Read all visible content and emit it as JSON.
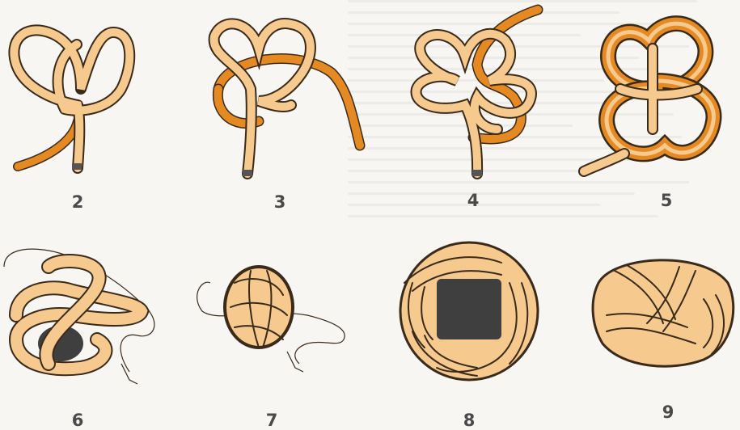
{
  "steps": [
    {
      "label": "2"
    },
    {
      "label": "3"
    },
    {
      "label": "4"
    },
    {
      "label": "5"
    },
    {
      "label": "6"
    },
    {
      "label": "7"
    },
    {
      "label": "8"
    },
    {
      "label": "9"
    }
  ],
  "colors": {
    "rope_light": "#f6c98e",
    "rope_orange": "#e58a22",
    "outline": "#3a2a1a",
    "hole": "#3f3f3f",
    "label": "#4a4a4a",
    "background": "#f7f6f2"
  }
}
